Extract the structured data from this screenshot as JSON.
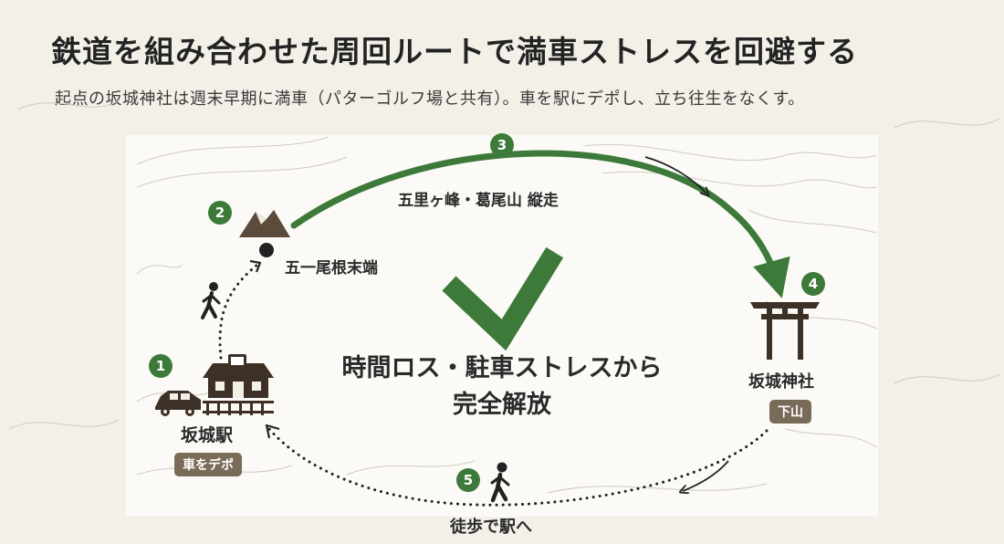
{
  "title": "鉄道を組み合わせた周回ルートで満車ストレスを回避する",
  "subtitle": "起点の坂城神社は週末早期に満車（パターゴルフ場と共有）。車を駅にデポし、立ち往生をなくす。",
  "colors": {
    "accent": "#3d7a3a",
    "badge": "#7a6a58",
    "text": "#2a2a2a"
  },
  "steps": [
    {
      "num": "1",
      "icon": "car-and-station-icon"
    },
    {
      "num": "2",
      "icon": "mountain-peak-icon"
    },
    {
      "num": "3",
      "icon": ""
    },
    {
      "num": "4",
      "icon": "torii-gate-icon"
    },
    {
      "num": "5",
      "icon": "walking-person-icon"
    }
  ],
  "labels": {
    "station": "坂城駅",
    "station_badge": "車をデポ",
    "ridge": "五一尾根末端",
    "traverse": "五里ヶ峰・葛尾山 縦走",
    "shrine": "坂城神社",
    "shrine_badge": "下山",
    "walk": "徒歩で駅へ"
  },
  "center": {
    "line1": "時間ロス・駐車ストレスから",
    "line2": "完全解放"
  }
}
